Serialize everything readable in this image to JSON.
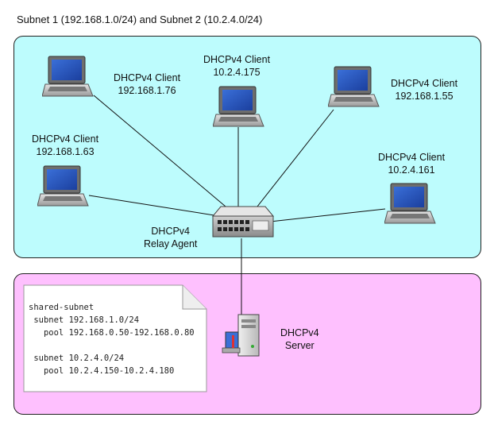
{
  "title": "Subnet 1 (192.168.1.0/24) and Subnet 2 (10.2.4.0/24)",
  "clients": [
    {
      "label": "DHCPv4 Client",
      "ip": "192.168.1.76"
    },
    {
      "label": "DHCPv4 Client",
      "ip": "10.2.4.175"
    },
    {
      "label": "DHCPv4 Client",
      "ip": "192.168.1.55"
    },
    {
      "label": "DHCPv4 Client",
      "ip": "192.168.1.63"
    },
    {
      "label": "DHCPv4 Client",
      "ip": "10.2.4.161"
    }
  ],
  "relay": {
    "line1": "DHCPv4",
    "line2": "Relay Agent"
  },
  "server": {
    "line1": "DHCPv4",
    "line2": "Server"
  },
  "config": {
    "lines": [
      "shared-subnet",
      " subnet 192.168.1.0/24",
      "   pool 192.168.0.50-192.168.0.80",
      "",
      " subnet 10.2.4.0/24",
      "   pool 10.2.4.150-10.2.4.180"
    ]
  },
  "colors": {
    "zone_top": "#bdfcfd",
    "zone_bottom": "#fec0fe"
  }
}
